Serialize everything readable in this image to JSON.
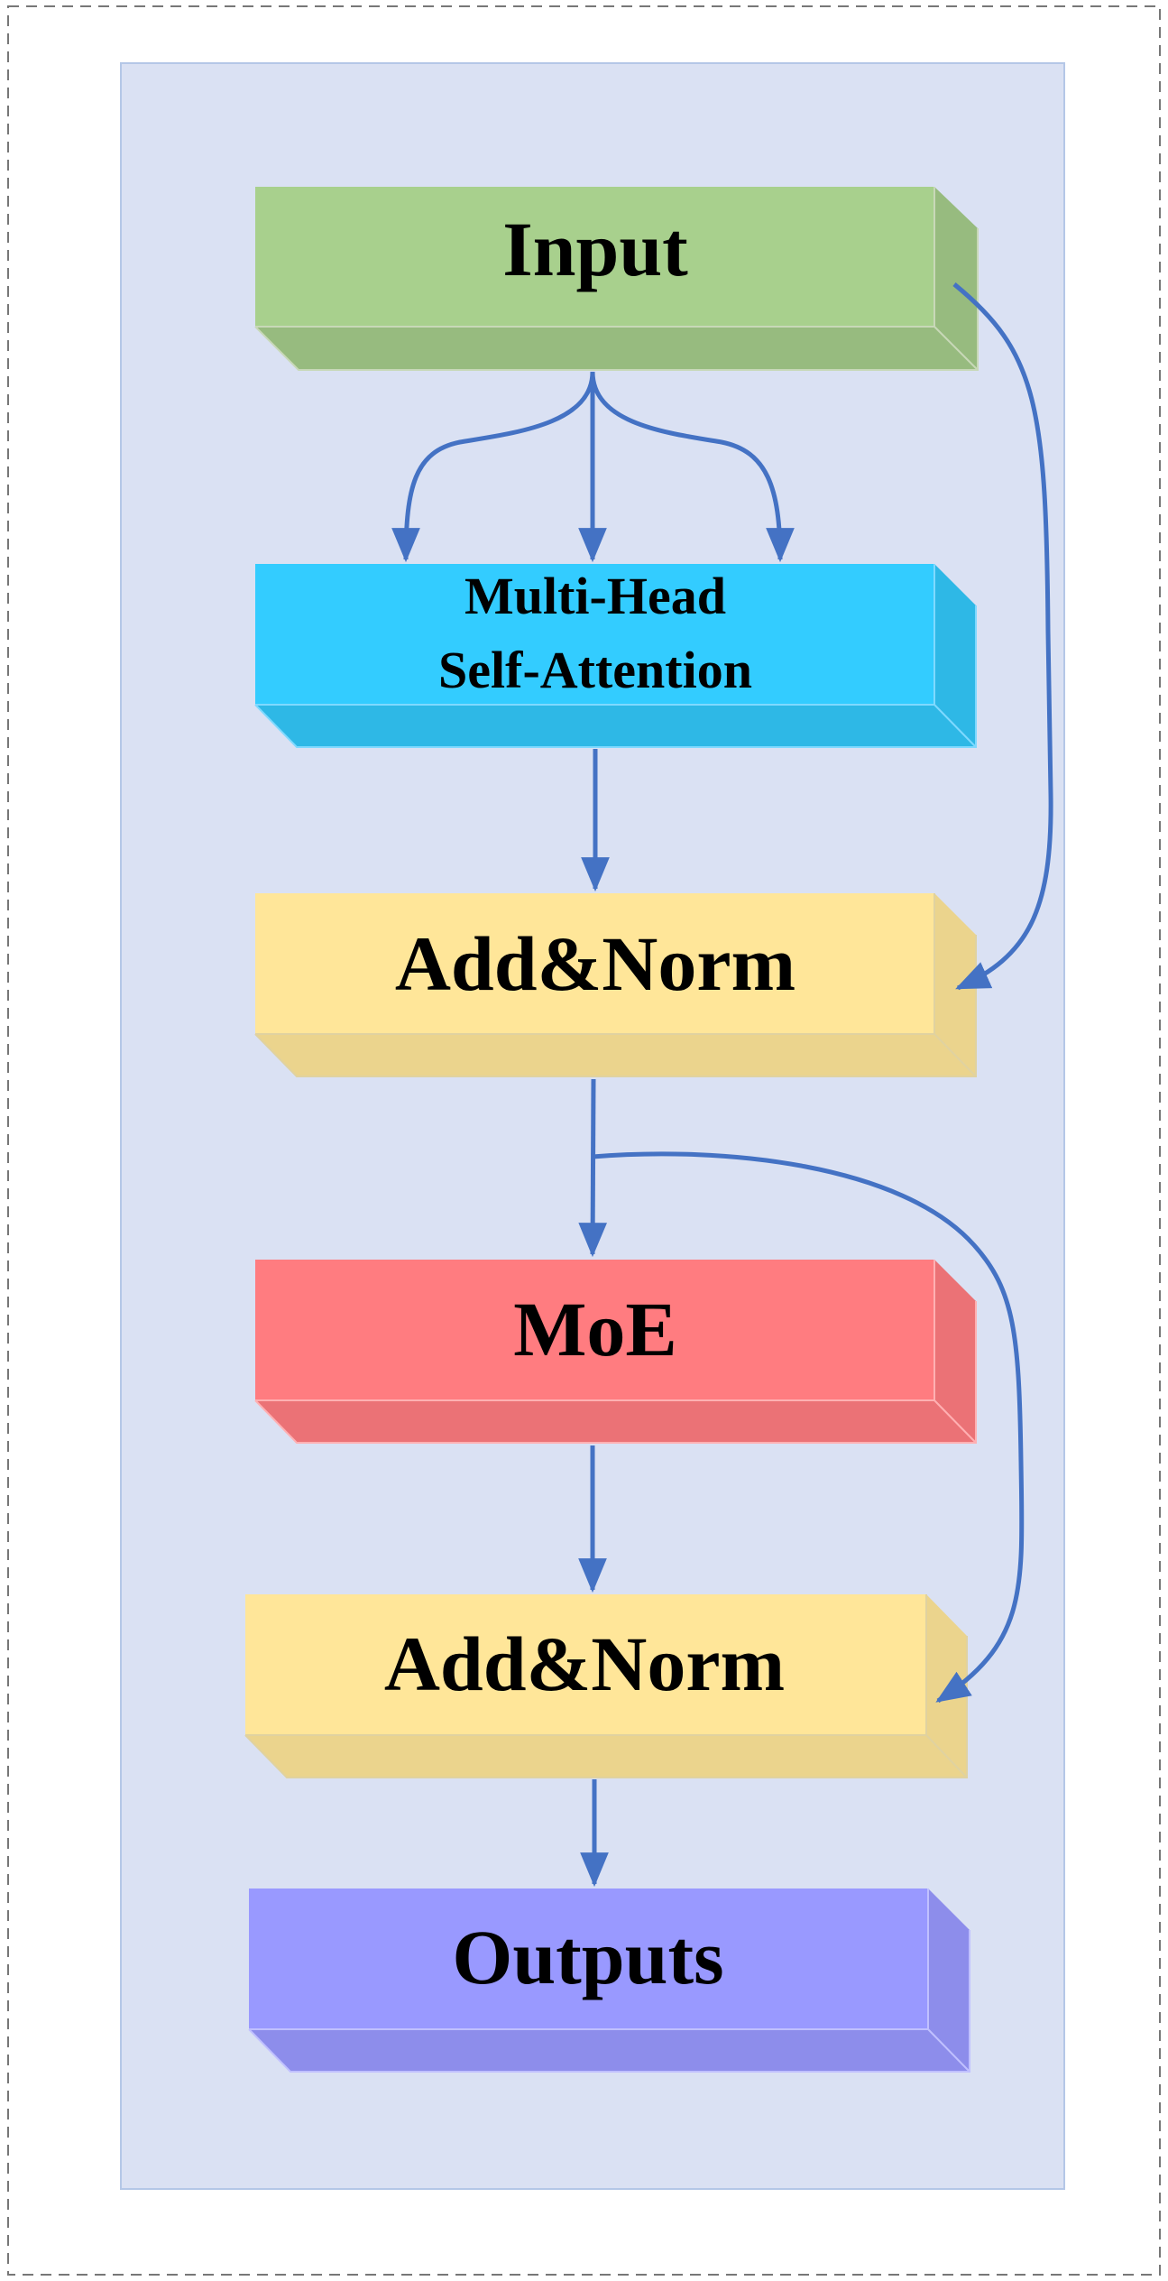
{
  "diagram": {
    "blocks": [
      {
        "id": "input",
        "label": "Input",
        "color": "#a8d08d"
      },
      {
        "id": "attention",
        "label_lines": [
          "Multi-Head",
          "Self-Attention"
        ],
        "color": "#33ccff"
      },
      {
        "id": "addnorm1",
        "label": "Add&Norm",
        "color": "#ffe699"
      },
      {
        "id": "moe",
        "label": "MoE",
        "color": "#ff7c80"
      },
      {
        "id": "addnorm2",
        "label": "Add&Norm",
        "color": "#ffe699"
      },
      {
        "id": "outputs",
        "label": "Outputs",
        "color": "#9999ff"
      }
    ],
    "colors": {
      "panel": "#dae1f3",
      "panel_border": "#b4c7e7",
      "arrow": "#4472c4",
      "frame": "#777777"
    }
  }
}
